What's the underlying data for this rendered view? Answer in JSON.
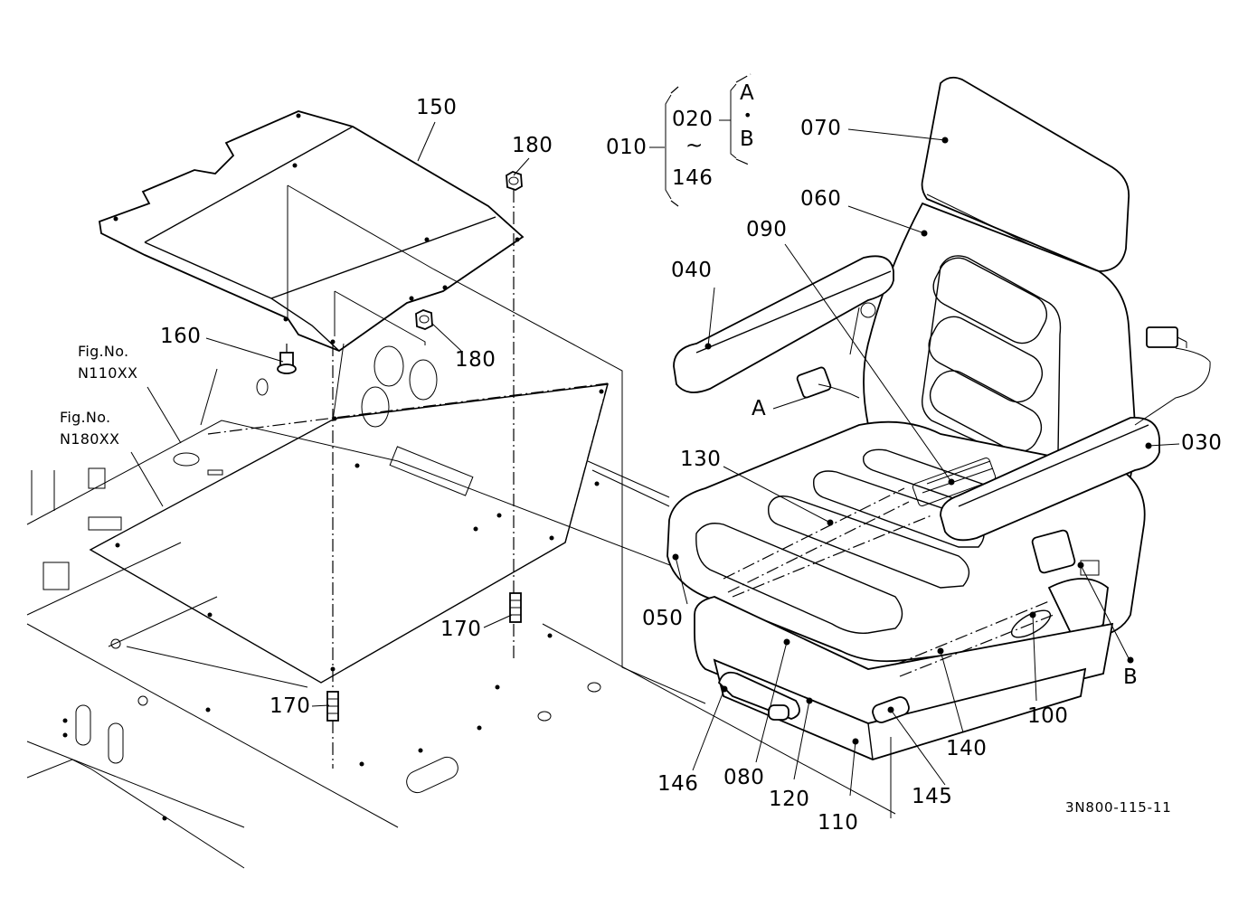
{
  "labels": {
    "p150": "150",
    "p180a": "180",
    "p180b": "180",
    "p160": "160",
    "p170a": "170",
    "p170b": "170",
    "p010": "010",
    "p020": "020",
    "p146_range": "146",
    "tilde": "~",
    "optA": "A",
    "optB": "B",
    "optDot": "•",
    "p070": "070",
    "p060": "060",
    "p090": "090",
    "p040": "040",
    "p030": "030",
    "p130": "130",
    "p050": "050",
    "p100": "100",
    "p140": "140",
    "p145": "145",
    "p146": "146",
    "p080": "080",
    "p120": "120",
    "p110": "110",
    "markA": "A",
    "markB": "B"
  },
  "figrefs": {
    "fig1_line1": "Fig.No.",
    "fig1_line2": "N110XX",
    "fig2_line1": "Fig.No.",
    "fig2_line2": "N180XX"
  },
  "drawing_number": "3N800-115-11"
}
